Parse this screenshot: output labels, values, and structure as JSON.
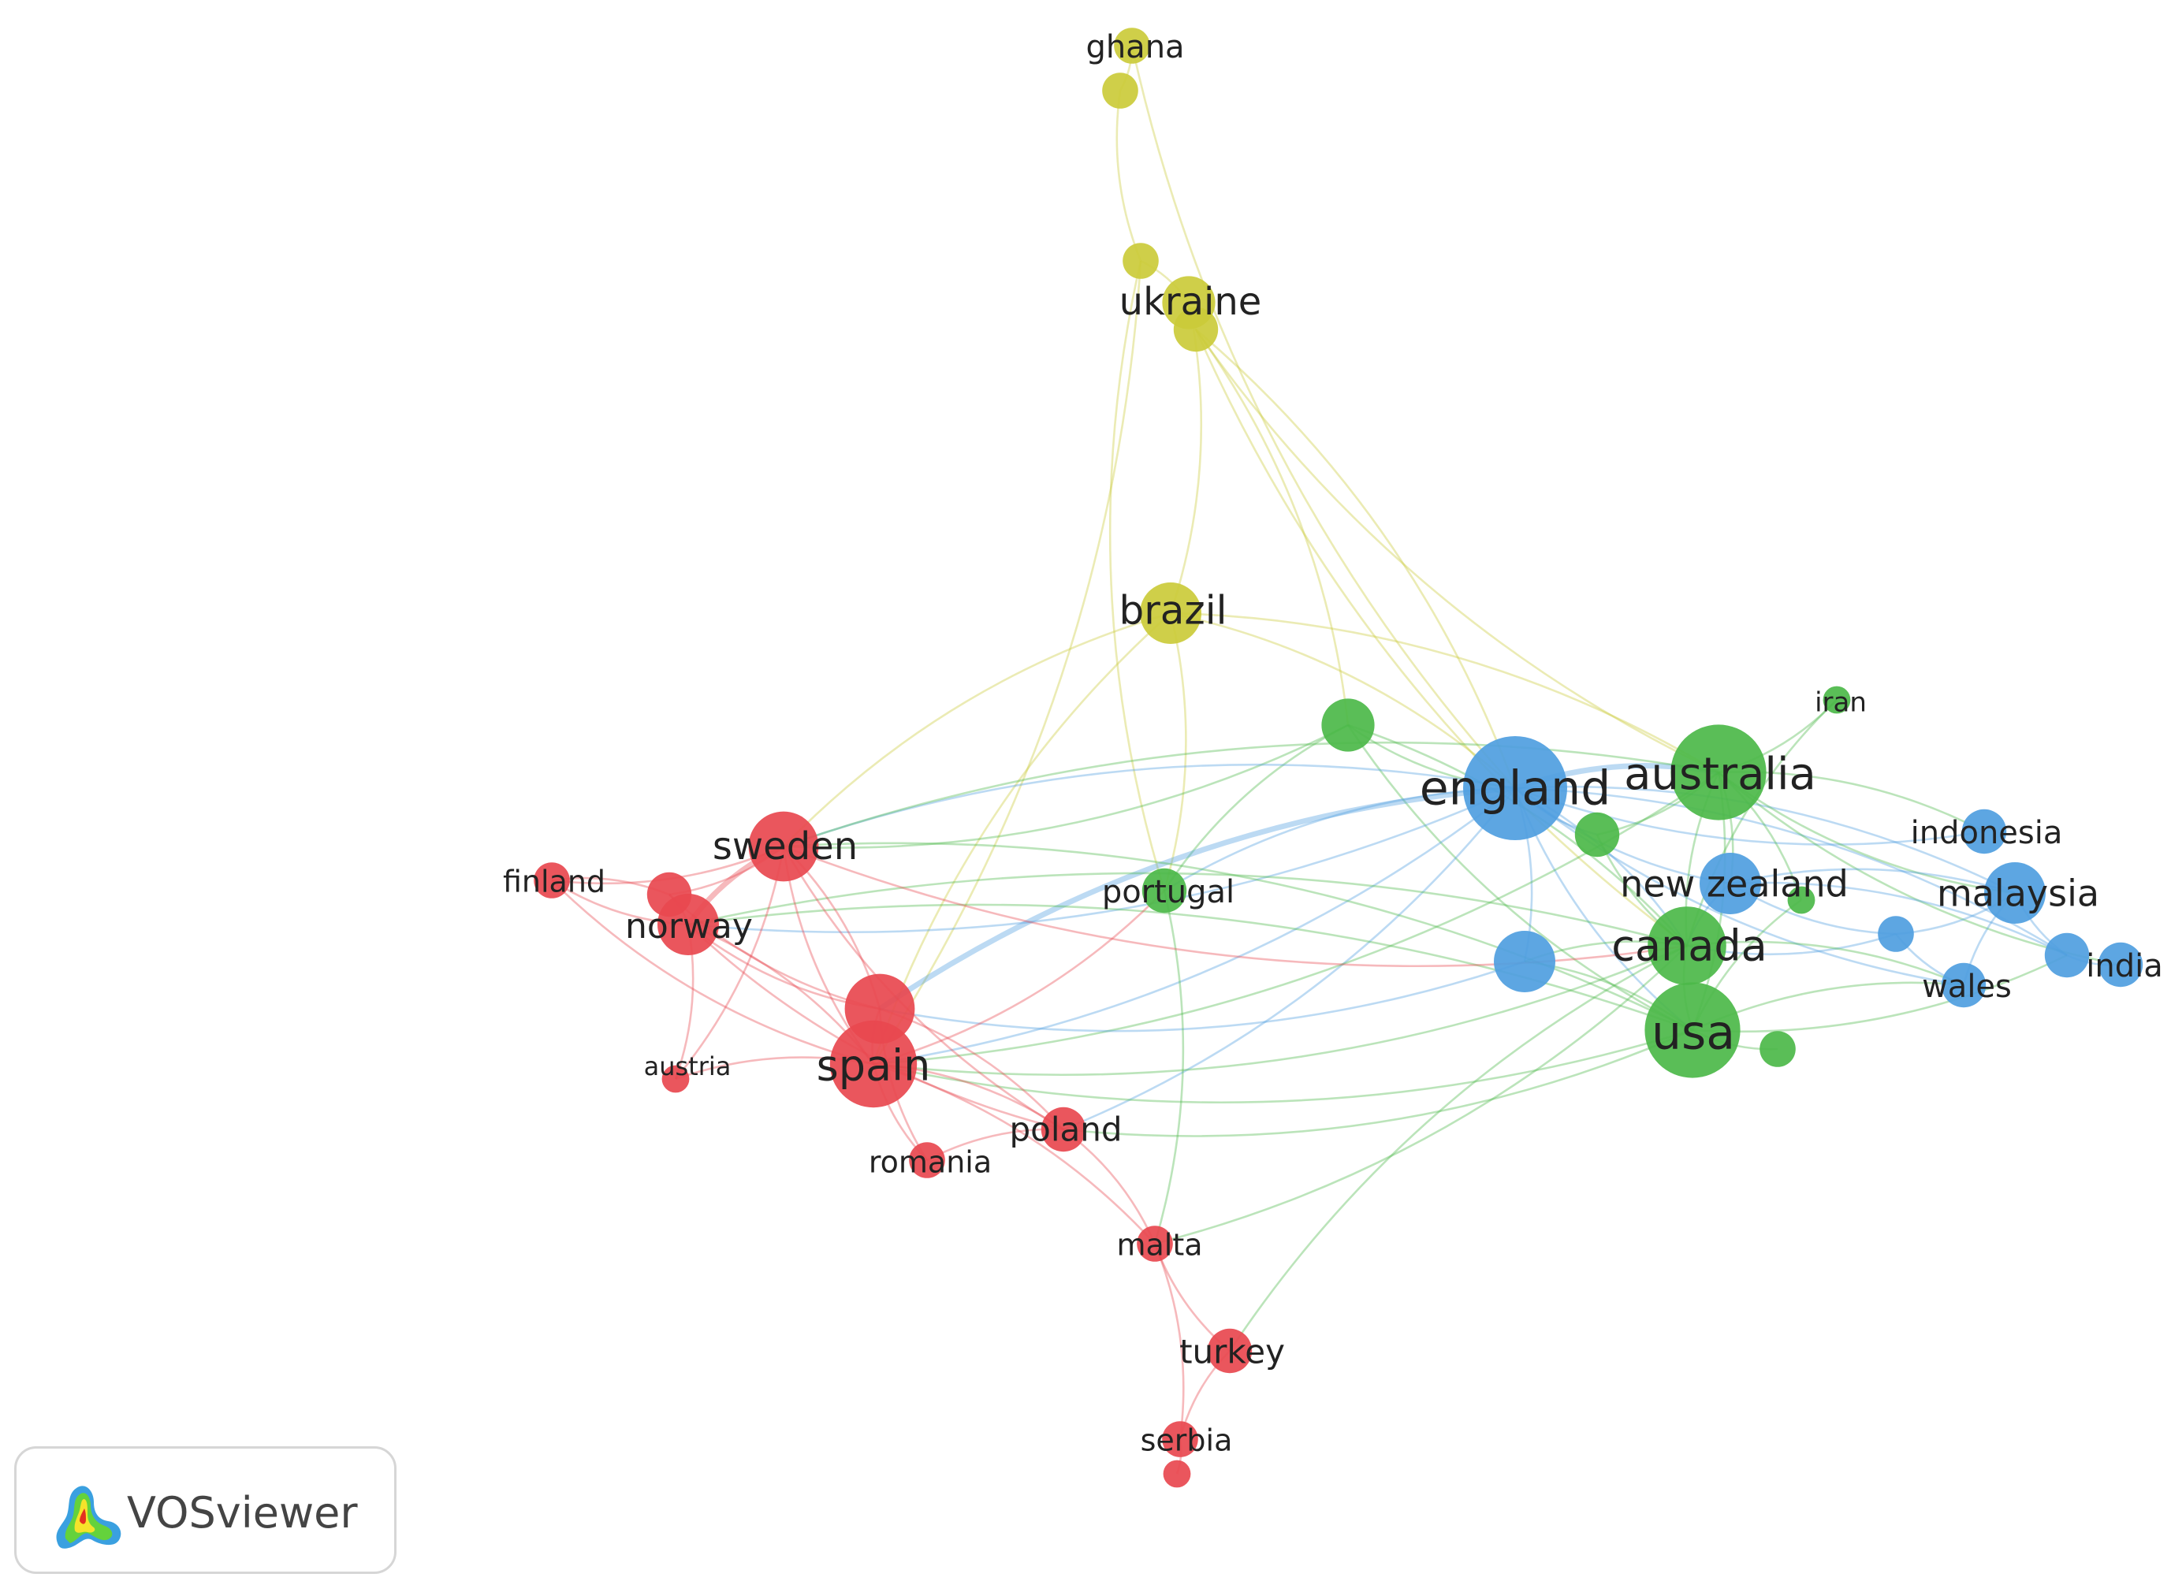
{
  "app": {
    "brand_label": "VOSviewer"
  },
  "colors": {
    "red": "#e8484f",
    "green": "#4cb849",
    "blue": "#4f9edf",
    "yellow": "#cbcb3a"
  },
  "nodes": [
    {
      "id": "ghana",
      "label": "ghana",
      "cluster": "yellow",
      "weight": 2
    },
    {
      "id": "ghana2",
      "label": "",
      "cluster": "yellow",
      "weight": 2
    },
    {
      "id": "ukr2",
      "label": "",
      "cluster": "yellow",
      "weight": 2
    },
    {
      "id": "ukraine",
      "label": "ukraine",
      "cluster": "yellow",
      "weight": 4
    },
    {
      "id": "ukraine2",
      "label": "",
      "cluster": "yellow",
      "weight": 3
    },
    {
      "id": "brazil",
      "label": "brazil",
      "cluster": "yellow",
      "weight": 5
    },
    {
      "id": "g1",
      "label": "",
      "cluster": "green",
      "weight": 4
    },
    {
      "id": "iran",
      "label": "iran",
      "cluster": "green",
      "weight": 1
    },
    {
      "id": "england",
      "label": "england",
      "cluster": "blue",
      "weight": 10
    },
    {
      "id": "australia",
      "label": "australia",
      "cluster": "green",
      "weight": 9
    },
    {
      "id": "g2",
      "label": "",
      "cluster": "green",
      "weight": 3
    },
    {
      "id": "indonesia",
      "label": "indonesia",
      "cluster": "blue",
      "weight": 3
    },
    {
      "id": "newzealand",
      "label": "new zealand",
      "cluster": "blue",
      "weight": 5
    },
    {
      "id": "malaysia",
      "label": "malaysia",
      "cluster": "blue",
      "weight": 5
    },
    {
      "id": "g3",
      "label": "",
      "cluster": "green",
      "weight": 1
    },
    {
      "id": "b1",
      "label": "",
      "cluster": "blue",
      "weight": 2
    },
    {
      "id": "canada",
      "label": "canada",
      "cluster": "green",
      "weight": 7
    },
    {
      "id": "b2",
      "label": "",
      "cluster": "blue",
      "weight": 5
    },
    {
      "id": "india2",
      "label": "",
      "cluster": "blue",
      "weight": 3
    },
    {
      "id": "india",
      "label": "india",
      "cluster": "blue",
      "weight": 3
    },
    {
      "id": "wales",
      "label": "wales",
      "cluster": "blue",
      "weight": 3
    },
    {
      "id": "usa",
      "label": "usa",
      "cluster": "green",
      "weight": 9
    },
    {
      "id": "g4",
      "label": "",
      "cluster": "green",
      "weight": 2
    },
    {
      "id": "portugal",
      "label": "portugal",
      "cluster": "green",
      "weight": 3
    },
    {
      "id": "sweden",
      "label": "sweden",
      "cluster": "red",
      "weight": 6
    },
    {
      "id": "finland",
      "label": "finland",
      "cluster": "red",
      "weight": 2
    },
    {
      "id": "r1",
      "label": "",
      "cluster": "red",
      "weight": 3
    },
    {
      "id": "norway",
      "label": "norway",
      "cluster": "red",
      "weight": 5
    },
    {
      "id": "r2",
      "label": "",
      "cluster": "red",
      "weight": 6
    },
    {
      "id": "spain",
      "label": "spain",
      "cluster": "red",
      "weight": 8
    },
    {
      "id": "austria",
      "label": "austria",
      "cluster": "red",
      "weight": 1
    },
    {
      "id": "poland",
      "label": "poland",
      "cluster": "red",
      "weight": 3
    },
    {
      "id": "romania",
      "label": "romania",
      "cluster": "red",
      "weight": 2
    },
    {
      "id": "malta",
      "label": "malta",
      "cluster": "red",
      "weight": 2
    },
    {
      "id": "turkey",
      "label": "turkey",
      "cluster": "red",
      "weight": 3
    },
    {
      "id": "serbia",
      "label": "serbia",
      "cluster": "red",
      "weight": 2
    },
    {
      "id": "serbia2",
      "label": "",
      "cluster": "red",
      "weight": 1
    }
  ],
  "links": [
    [
      "ghana",
      "ghana2"
    ],
    [
      "ghana2",
      "ukr2"
    ],
    [
      "ukr2",
      "ukraine"
    ],
    [
      "ghana",
      "england"
    ],
    [
      "ukraine",
      "brazil"
    ],
    [
      "ukraine",
      "ukraine2"
    ],
    [
      "ukr2",
      "spain"
    ],
    [
      "ukr2",
      "portugal"
    ],
    [
      "ukraine2",
      "england"
    ],
    [
      "ukraine2",
      "australia"
    ],
    [
      "ukraine2",
      "g1"
    ],
    [
      "ukraine2",
      "canada"
    ],
    [
      "brazil",
      "england"
    ],
    [
      "brazil",
      "spain"
    ],
    [
      "brazil",
      "portugal"
    ],
    [
      "brazil",
      "sweden"
    ],
    [
      "brazil",
      "australia"
    ],
    [
      "g1",
      "england"
    ],
    [
      "g1",
      "canada"
    ],
    [
      "g1",
      "portugal"
    ],
    [
      "g1",
      "sweden"
    ],
    [
      "g1",
      "usa"
    ],
    [
      "iran",
      "australia"
    ],
    [
      "iran",
      "canada"
    ],
    [
      "england",
      "australia"
    ],
    [
      "england",
      "newzealand"
    ],
    [
      "england",
      "canada"
    ],
    [
      "england",
      "usa"
    ],
    [
      "england",
      "malaysia"
    ],
    [
      "england",
      "indonesia"
    ],
    [
      "england",
      "b2"
    ],
    [
      "england",
      "wales"
    ],
    [
      "england",
      "india2"
    ],
    [
      "england",
      "r2"
    ],
    [
      "england",
      "spain"
    ],
    [
      "england",
      "sweden"
    ],
    [
      "england",
      "norway"
    ],
    [
      "england",
      "portugal"
    ],
    [
      "england",
      "poland"
    ],
    [
      "england",
      "g2"
    ],
    [
      "australia",
      "newzealand"
    ],
    [
      "australia",
      "malaysia"
    ],
    [
      "australia",
      "indonesia"
    ],
    [
      "australia",
      "canada"
    ],
    [
      "australia",
      "usa"
    ],
    [
      "australia",
      "india"
    ],
    [
      "australia",
      "spain"
    ],
    [
      "australia",
      "sweden"
    ],
    [
      "australia",
      "g3"
    ],
    [
      "newzealand",
      "canada"
    ],
    [
      "newzealand",
      "malaysia"
    ],
    [
      "newzealand",
      "b1"
    ],
    [
      "newzealand",
      "india2"
    ],
    [
      "malaysia",
      "india2"
    ],
    [
      "malaysia",
      "b1"
    ],
    [
      "malaysia",
      "wales"
    ],
    [
      "india",
      "india2"
    ],
    [
      "b1",
      "wales"
    ],
    [
      "b1",
      "canada"
    ],
    [
      "canada",
      "usa"
    ],
    [
      "canada",
      "spain"
    ],
    [
      "canada",
      "norway"
    ],
    [
      "canada",
      "malta"
    ],
    [
      "canada",
      "turkey"
    ],
    [
      "canada",
      "wales"
    ],
    [
      "canada",
      "b2"
    ],
    [
      "canada",
      "g2"
    ],
    [
      "usa",
      "g4"
    ],
    [
      "usa",
      "spain"
    ],
    [
      "usa",
      "sweden"
    ],
    [
      "usa",
      "poland"
    ],
    [
      "usa",
      "b2"
    ],
    [
      "usa",
      "wales"
    ],
    [
      "usa",
      "india2"
    ],
    [
      "usa",
      "g3"
    ],
    [
      "usa",
      "norway"
    ],
    [
      "b2",
      "r2"
    ],
    [
      "g2",
      "australia"
    ],
    [
      "sweden",
      "finland"
    ],
    [
      "sweden",
      "norway"
    ],
    [
      "sweden",
      "r1"
    ],
    [
      "sweden",
      "spain"
    ],
    [
      "sweden",
      "r2"
    ],
    [
      "sweden",
      "poland"
    ],
    [
      "sweden",
      "austria"
    ],
    [
      "finland",
      "norway"
    ],
    [
      "finland",
      "r1"
    ],
    [
      "finland",
      "spain"
    ],
    [
      "r1",
      "norway"
    ],
    [
      "r1",
      "r2"
    ],
    [
      "norway",
      "spain"
    ],
    [
      "norway",
      "r2"
    ],
    [
      "norway",
      "austria"
    ],
    [
      "norway",
      "poland"
    ],
    [
      "spain",
      "r2"
    ],
    [
      "spain",
      "romania"
    ],
    [
      "spain",
      "poland"
    ],
    [
      "spain",
      "austria"
    ],
    [
      "spain",
      "malta"
    ],
    [
      "r2",
      "romania"
    ],
    [
      "r2",
      "poland"
    ],
    [
      "poland",
      "romania"
    ],
    [
      "poland",
      "malta"
    ],
    [
      "malta",
      "turkey"
    ],
    [
      "malta",
      "serbia"
    ],
    [
      "turkey",
      "serbia"
    ],
    [
      "serbia",
      "serbia2"
    ],
    [
      "spain",
      "portugal"
    ],
    [
      "portugal",
      "malta"
    ],
    [
      "sweden",
      "canada"
    ]
  ]
}
